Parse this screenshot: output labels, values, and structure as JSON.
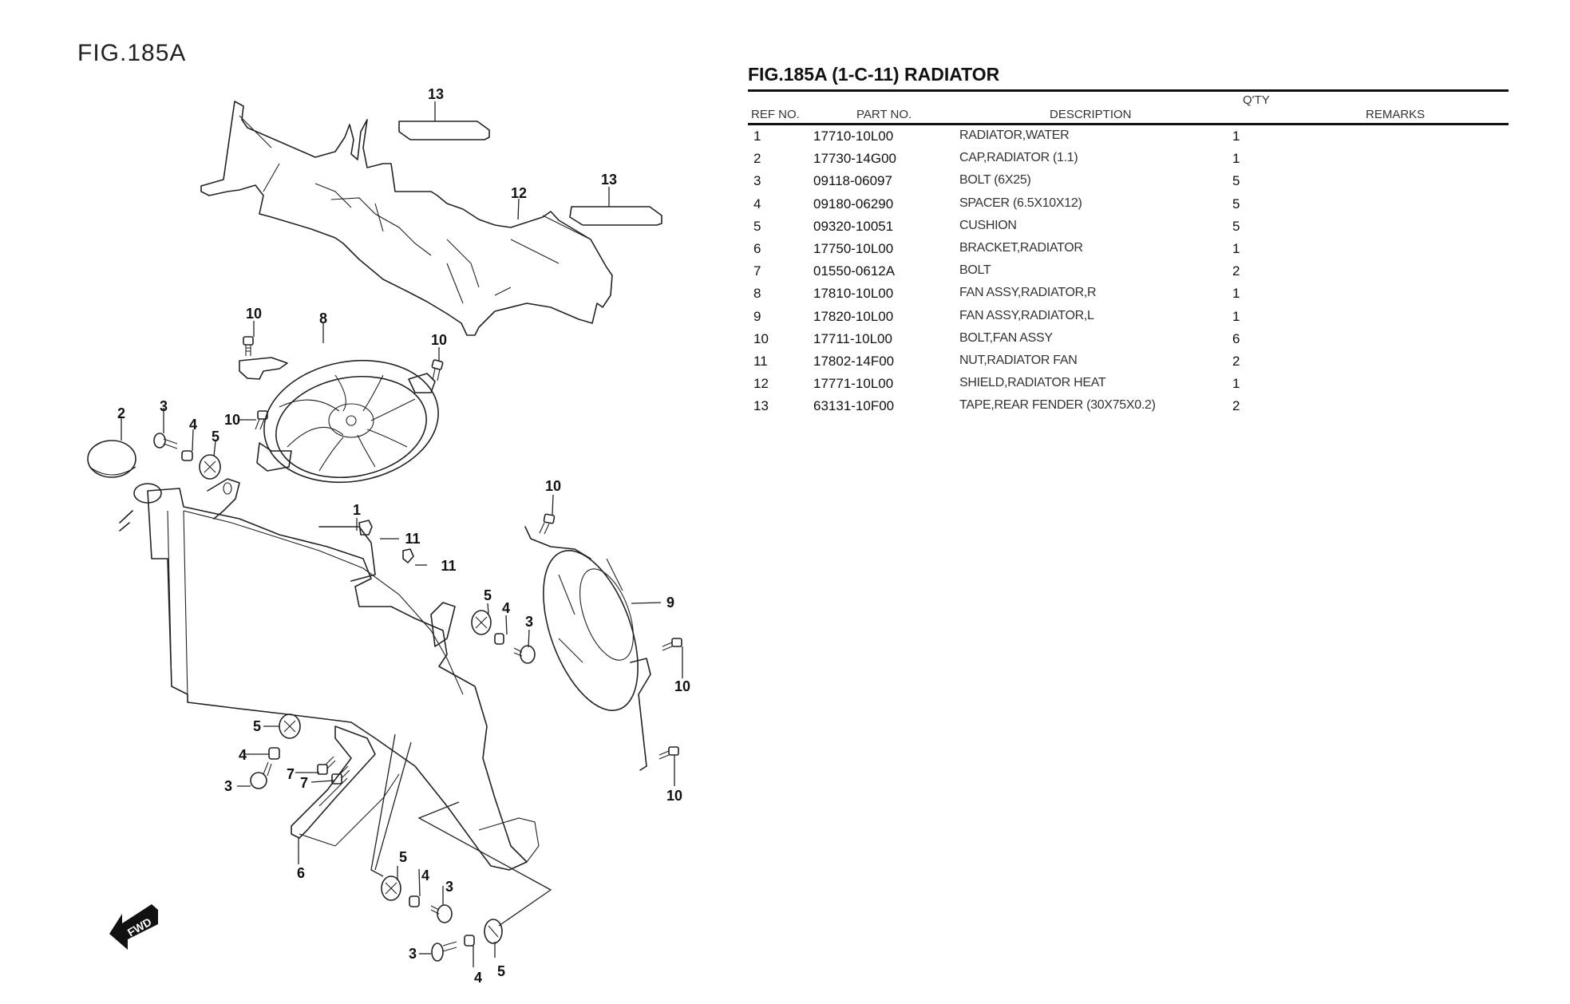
{
  "figure": {
    "label": "FIG.185A"
  },
  "parts_list": {
    "title": "FIG.185A (1-C-11) RADIATOR",
    "columns": {
      "ref_no": "REF NO.",
      "part_no": "PART NO.",
      "description": "DESCRIPTION",
      "qty": "Q'TY",
      "remarks": "REMARKS"
    },
    "rows": [
      {
        "ref": "1",
        "part_no": "17710-10L00",
        "description": "RADIATOR,WATER",
        "qty": "1",
        "remarks": ""
      },
      {
        "ref": "2",
        "part_no": "17730-14G00",
        "description": "CAP,RADIATOR (1.1)",
        "qty": "1",
        "remarks": ""
      },
      {
        "ref": "3",
        "part_no": "09118-06097",
        "description": "BOLT (6X25)",
        "qty": "5",
        "remarks": ""
      },
      {
        "ref": "4",
        "part_no": "09180-06290",
        "description": "SPACER (6.5X10X12)",
        "qty": "5",
        "remarks": ""
      },
      {
        "ref": "5",
        "part_no": "09320-10051",
        "description": "CUSHION",
        "qty": "5",
        "remarks": ""
      },
      {
        "ref": "6",
        "part_no": "17750-10L00",
        "description": "BRACKET,RADIATOR",
        "qty": "1",
        "remarks": ""
      },
      {
        "ref": "7",
        "part_no": "01550-0612A",
        "description": "BOLT",
        "qty": "2",
        "remarks": ""
      },
      {
        "ref": "8",
        "part_no": "17810-10L00",
        "description": "FAN ASSY,RADIATOR,R",
        "qty": "1",
        "remarks": ""
      },
      {
        "ref": "9",
        "part_no": "17820-10L00",
        "description": "FAN ASSY,RADIATOR,L",
        "qty": "1",
        "remarks": ""
      },
      {
        "ref": "10",
        "part_no": "17711-10L00",
        "description": "BOLT,FAN ASSY",
        "qty": "6",
        "remarks": ""
      },
      {
        "ref": "11",
        "part_no": "17802-14F00",
        "description": "NUT,RADIATOR FAN",
        "qty": "2",
        "remarks": ""
      },
      {
        "ref": "12",
        "part_no": "17771-10L00",
        "description": "SHIELD,RADIATOR HEAT",
        "qty": "1",
        "remarks": ""
      },
      {
        "ref": "13",
        "part_no": "63131-10F00",
        "description": "TAPE,REAR FENDER (30X75X0.2)",
        "qty": "2",
        "remarks": ""
      }
    ]
  },
  "diagram": {
    "direction_badge": "FWD",
    "callouts": [
      "13",
      "13",
      "12",
      "10",
      "8",
      "10",
      "2",
      "3",
      "4",
      "5",
      "10",
      "1",
      "11",
      "11",
      "10",
      "5",
      "4",
      "3",
      "9",
      "10",
      "5",
      "4",
      "3",
      "7",
      "7",
      "10",
      "6",
      "5",
      "4",
      "3",
      "3",
      "4",
      "5"
    ]
  }
}
